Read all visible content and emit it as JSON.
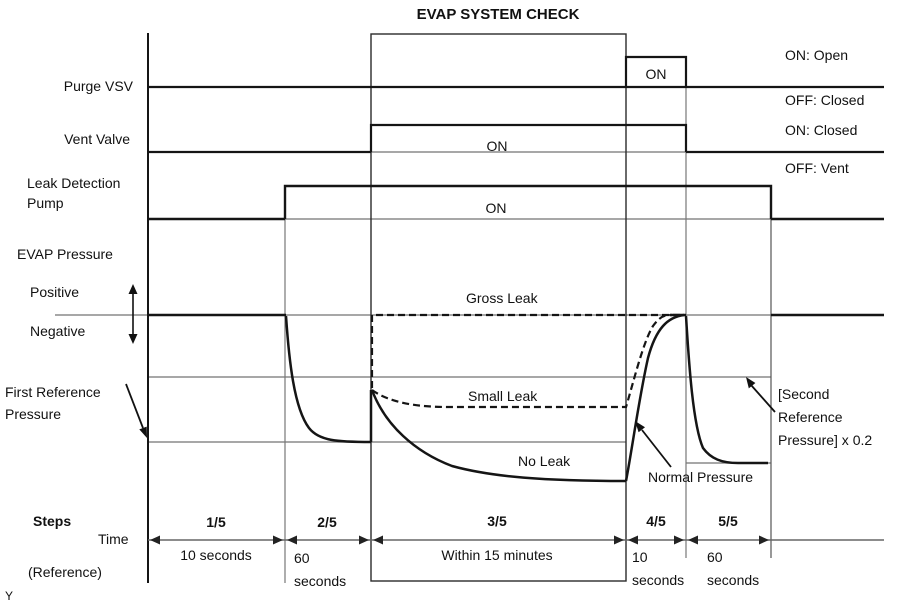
{
  "title": "EVAP SYSTEM CHECK",
  "signals": {
    "purge_vsv": {
      "label": "Purge VSV",
      "on_label": "ON",
      "legend_on": "ON: Open",
      "legend_off": "OFF: Closed"
    },
    "vent_valve": {
      "label": "Vent Valve",
      "on_label": "ON",
      "legend_on": "ON: Closed",
      "legend_off": "OFF: Vent"
    },
    "leak_pump": {
      "label_line1": "Leak Detection",
      "label_line2": "Pump",
      "on_label": "ON"
    }
  },
  "pressure": {
    "section_label": "EVAP Pressure",
    "positive_label": "Positive",
    "negative_label": "Negative",
    "first_ref_line1": "First Reference",
    "first_ref_line2": "Pressure",
    "curve_gross": "Gross Leak",
    "curve_small": "Small Leak",
    "curve_none": "No Leak",
    "normal_pressure": "Normal Pressure",
    "second_ref_line1": "[Second",
    "second_ref_line2": "Reference",
    "second_ref_line3": "Pressure] x 0.2"
  },
  "timeline": {
    "steps_label": "Steps",
    "time_label": "Time",
    "reference_label": "(Reference)",
    "steps": [
      {
        "fraction": "1/5",
        "duration": "10 seconds"
      },
      {
        "fraction": "2/5",
        "duration_line1": "60",
        "duration_line2": "seconds"
      },
      {
        "fraction": "3/5",
        "duration": "Within 15 minutes"
      },
      {
        "fraction": "4/5",
        "duration_line1": "10",
        "duration_line2": "seconds"
      },
      {
        "fraction": "5/5",
        "duration_line1": "60",
        "duration_line2": "seconds"
      }
    ]
  },
  "footnote": "Y",
  "colors": {
    "signal": "#151515",
    "reference_gray": "#8a8a8a",
    "background": "#ffffff"
  }
}
